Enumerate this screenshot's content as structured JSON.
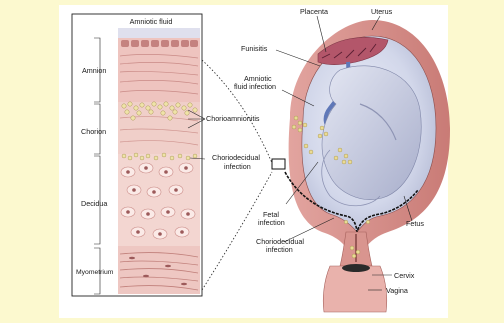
{
  "colors": {
    "background": "#fcf9cf",
    "panel": "#ffffff",
    "tissue_pink": "#e8b8b3",
    "uterus_wall": "#d88f8a",
    "amniotic_fluid": "#d5d9ea",
    "fetus": "#c7cbe0",
    "bacteria": "#e6d99a"
  },
  "inset": {
    "title": "Amniotic fluid",
    "layers": [
      {
        "label": "Amnion"
      },
      {
        "label": "Chorion"
      },
      {
        "label": "Decidua"
      },
      {
        "label": "Myometrium"
      }
    ],
    "side_labels": {
      "chorioamnionitis": "Chorioamnionitis",
      "choriodecidual_1": "Choriodecidual",
      "choriodecidual_2": "infection"
    }
  },
  "anatomy": {
    "placenta": "Placenta",
    "uterus": "Uterus",
    "funisitis": "Funisitis",
    "amniotic_1": "Amniotic",
    "amniotic_2": "fluid infection",
    "fetal_1": "Fetal",
    "fetal_2": "infection",
    "fetus": "Fetus",
    "choriodecidual_1": "Choriodecidual",
    "choriodecidual_2": "infection",
    "cervix": "Cervix",
    "vagina": "Vagina"
  }
}
